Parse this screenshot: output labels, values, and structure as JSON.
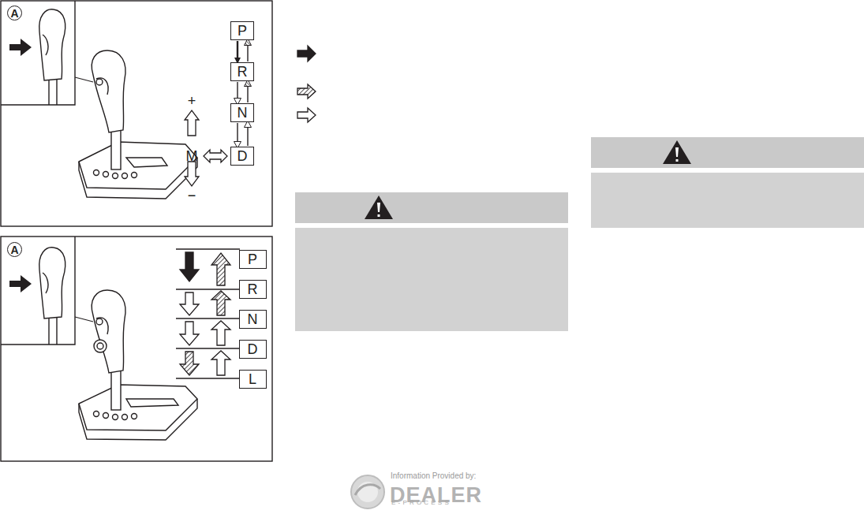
{
  "diagram": {
    "nodes": [
      {
        "text": [
          "P"
        ]
      },
      {
        "text": [
          "R"
        ]
      },
      {
        "text": [
          "N"
        ]
      },
      {
        "text": [
          "D"
        ]
      },
      {
        "text": [
          "P"
        ]
      },
      {
        "text": [
          "R"
        ]
      },
      {
        "text": [
          "N"
        ]
      },
      {
        "text": [
          "D"
        ]
      },
      {
        "text": [
          "L"
        ]
      }
    ],
    "edges": [
      {
        "from": 0,
        "to": 1,
        "arrow": "to"
      },
      {
        "from": 1,
        "to": 0,
        "arrow": "to"
      },
      {
        "from": 1,
        "to": 2,
        "arrow": "to"
      },
      {
        "from": 2,
        "to": 1,
        "arrow": "to"
      },
      {
        "from": 2,
        "to": 3,
        "arrow": "to"
      },
      {
        "from": 3,
        "to": 2,
        "arrow": "to"
      }
    ],
    "labels": [
      "A",
      "+",
      "M",
      "−",
      "A",
      "Information Provided by:",
      "DEALER",
      "E-PROCESS"
    ]
  }
}
